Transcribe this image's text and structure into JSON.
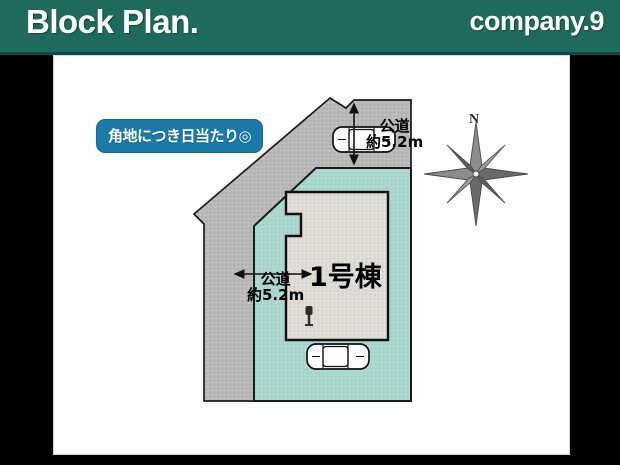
{
  "header": {
    "title": "Block Plan.",
    "company": "company.9",
    "background_color": "#1d6b5c",
    "text_color": "#ffffff"
  },
  "canvas": {
    "background_color": "#ffffff",
    "border_color": "#d8d8d8"
  },
  "badge": {
    "text": "角地につき日当たり◎",
    "background_color": "#1a7ba8",
    "text_color": "#ffffff"
  },
  "site_plan": {
    "road_fill": "#b8b8b8",
    "lot_fill": "#a9d6cd",
    "building_fill": "#dedbd4",
    "outline_color": "#1a1a1a",
    "roads": [
      {
        "name": "road-north",
        "label_line1": "公道",
        "label_line2": "約5.2m",
        "width_text": "約5.2m",
        "type": "公道",
        "dimension_orientation": "vertical"
      },
      {
        "name": "road-west",
        "label_line1": "公道",
        "label_line2": "約5.2m",
        "width_text": "約5.2m",
        "type": "公道",
        "dimension_orientation": "horizontal"
      }
    ],
    "building": {
      "label": "1号棟",
      "fill": "#dedbd4"
    },
    "parking": [
      {
        "name": "parking-space-north",
        "icon": "car-icon"
      },
      {
        "name": "parking-space-south",
        "icon": "car-icon"
      }
    ],
    "entrance_marker": {
      "name": "entrance-marker",
      "icon": "gate-icon"
    }
  },
  "compass": {
    "label": "N",
    "icon": "compass-rose-icon",
    "color": "#5a5a5a"
  }
}
